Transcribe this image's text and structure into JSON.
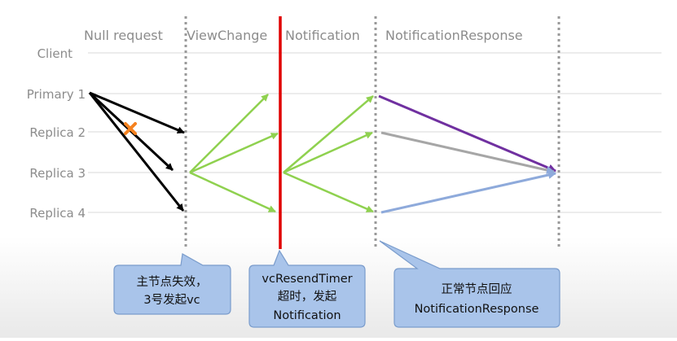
{
  "phases": {
    "null_request": "Null request",
    "view_change": "ViewChange",
    "notification": "Notification",
    "notification_response": "NotificationResponse"
  },
  "nodes": {
    "client": "Client",
    "primary_1": "Primary 1",
    "replica_2": "Replica 2",
    "replica_3": "Replica 3",
    "replica_4": "Replica 4"
  },
  "callouts": {
    "primary_fail": {
      "line1": "主节点失效，",
      "line2": "3号发起vc"
    },
    "vc_resend": {
      "line1": "vcResendTimer",
      "line2": "超时，发起",
      "line3": "Notification"
    },
    "normal_response": {
      "line1": "正常节点回应",
      "line2": "NotificationResponse"
    }
  },
  "colors": {
    "null_request_arrow": "#000000",
    "view_change_arrow": "#8fd14f",
    "notification_arrow": "#8fd14f",
    "response_primary": "#7030a0",
    "response_replica2": "#a6a6a6",
    "response_replica4": "#8eaadb",
    "timer_line": "#e00000",
    "failure_mark": "#f58220",
    "callout_fill": "#a9c4ea",
    "callout_stroke": "#7a9ccc"
  },
  "icons": {
    "failure_mark": "cross-mark-icon"
  }
}
